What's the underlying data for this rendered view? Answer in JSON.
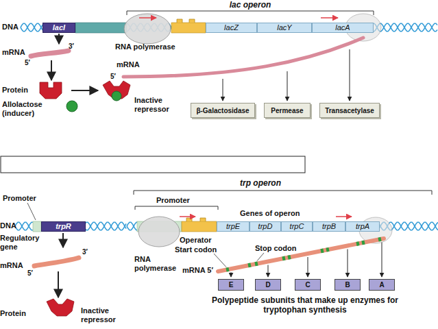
{
  "diagram": {
    "nodes": [
      {
        "text": [
          "lacI"
        ]
      },
      {
        "text": [
          "lacZ"
        ]
      },
      {
        "text": [
          "lacY"
        ]
      },
      {
        "text": [
          "lacA"
        ]
      },
      {
        "text": [
          "β-Galactosidase"
        ]
      },
      {
        "text": [
          "Permease"
        ]
      },
      {
        "text": [
          "Transacetylase"
        ]
      },
      {
        "text": [
          "trpR"
        ]
      },
      {
        "text": [
          "trpE"
        ]
      },
      {
        "text": [
          "trpD"
        ]
      },
      {
        "text": [
          "trpC"
        ]
      },
      {
        "text": [
          "trpB"
        ]
      },
      {
        "text": [
          "trpA"
        ]
      },
      {
        "text": [
          "E"
        ]
      },
      {
        "text": [
          "D"
        ]
      },
      {
        "text": [
          "C"
        ]
      },
      {
        "text": [
          "B"
        ]
      },
      {
        "text": [
          "A"
        ]
      }
    ],
    "labels": [
      "lac operon",
      "DNA",
      "RNA polymerase",
      "mRNA",
      "3′",
      "5′",
      "mRNA",
      "5′",
      "Protein",
      "Allolactose (inducer)",
      "Inactive repressor",
      "trp operon",
      "Promoter",
      "Promoter",
      "DNA",
      "Regulatory gene",
      "Genes of operon",
      "Operator",
      "mRNA",
      "3′",
      "5′",
      "Start codon",
      "Stop codon",
      "RNA polymerase",
      "mRNA 5′",
      "Protein",
      "Inactive repressor",
      "Polypeptide subunits that make up enzymes for tryptophan synthesis"
    ]
  }
}
